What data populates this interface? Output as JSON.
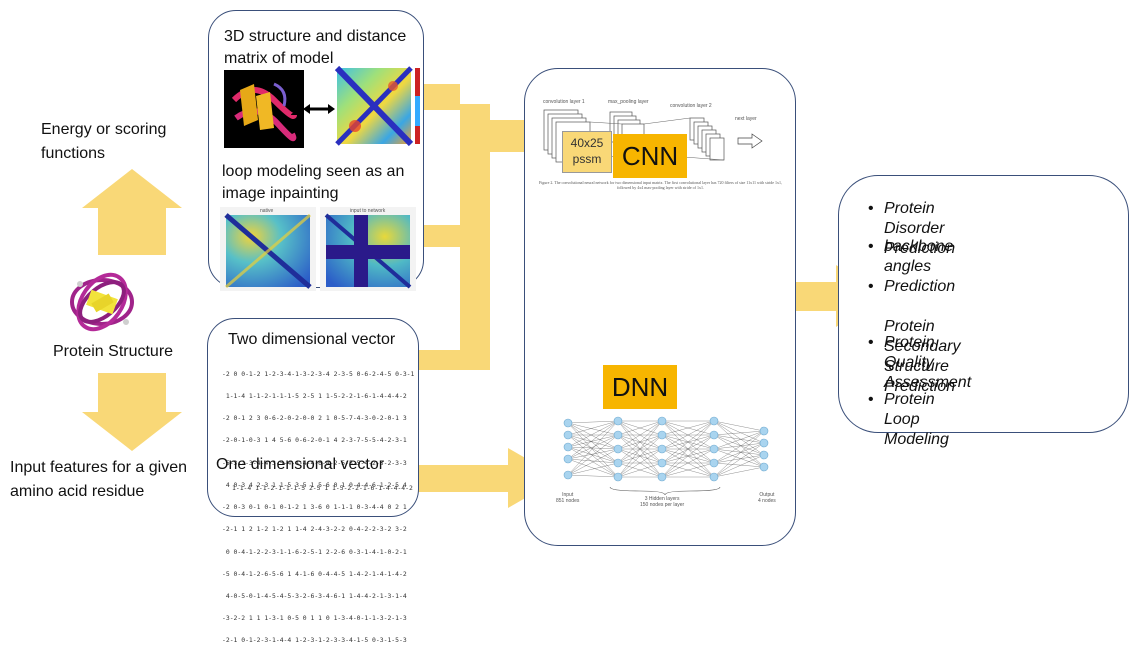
{
  "left": {
    "energy_label": "Energy or scoring\nfunctions",
    "protein_label": "Protein Structure",
    "input_label": "Input features for a given\namino acid residue"
  },
  "box_3d": {
    "title": "3D structure and distance\nmatrix of model",
    "loop_title": "loop modeling seen as an\nimage inpainting",
    "panel_a_caption": "native",
    "panel_b_caption": "input to network"
  },
  "box_vec": {
    "two_dim_label": "Two dimensional vector",
    "one_dim_label": "One dimensional vector",
    "matrix_rows": [
      "-2 0 0-1-2 1-2-3-4-1-3-2-3-4 2-3-5 0-6-2-4-5 0-3-1",
      " 1-1-4 1-1-2-1-1-1-5 2-5 1 1-5-2-2-1-6-1-4-4-4-2",
      "-2 0-1 2 3 0-6-2-0-2-0-0 2 1 0-5-7-4-3-0-2-0-1 3",
      "-2-0-1-0-3 1 4 5-6 0-6-2-0-1 4 2-3-7-5-5-4-2-3-1",
      "-5-3-2-3-4-4-3-5-4-4-4-4-6-4-2-5-5-5-4-2-5-2-3-3",
      " 4 0-3 4 2-3 1 1-5 3-5 1 5-6 0 1 0-4-4-6-1-2-5 4",
      "-2 0-3 0-1 0-1 0-1-2 1 3-6 0 1-1-1 0-3-4-4 0 2 1",
      "-2-1 1 2 1-2 1-2 1 1-4 2-4-3-2-2 0-4-2-2-3-2 3-2",
      " 0 0-4-1-2-2-3-1-1-6-2-5-1 2-2-6 0-3-1-4-1-0-2-1",
      "-5 0-4-1-2-6-5-6 1 4-1-6 0-4-4-5 1-4-2-1-4-1-4-2",
      " 4-0-5-0-1-4-5-4-5-3-2-6-3-4-6-1 1-4-4-2-1-3-1-4",
      "-3-2-2 1 1 1-3-1 0-5 0 1 1 0 1-3-4-0-1-1-3-2-1-3",
      "-2-1 0-1-2-3-1-4-4 1-2-3-1-2-3-3-4-1-5 0-3-1-5-3"
    ],
    "vector_row": "1-1-4 1-1-2-1-1-1-5 2-5 1 1-5-2-2-1-6-1-4-4-4-2"
  },
  "network": {
    "cnn_tag": "CNN",
    "dnn_tag": "DNN",
    "pssm_label": "40x25\npssm",
    "conv1_label": "convolution layer 1",
    "maxpool_label": "max_pooling layer",
    "conv2_label": "convolution layer 2",
    "next_label": "next layer",
    "cnn_caption": "Figure 2. The convolutional neural network for two dimensional input matrix. The first convolutional layer has 720 filters of size 11x11 with stride 1x1, followed by 4x4 max-pooling layer with stride of 1x1.",
    "input_nodes": "Input\n851 nodes",
    "hidden_nodes": "3 Hidden layers\n150 nodes per layer",
    "output_nodes": "Output\n4 nodes"
  },
  "outputs": {
    "items": [
      "Protein Disorder Prediction",
      "backbone angles Prediction",
      "Protein Secondary Structure\nPrediction",
      "Protein Quality Assessment",
      "Protein Loop Modeling"
    ]
  },
  "colors": {
    "arrow": "#f9d877",
    "tag": "#f7b500",
    "border": "#3a4f7a"
  }
}
